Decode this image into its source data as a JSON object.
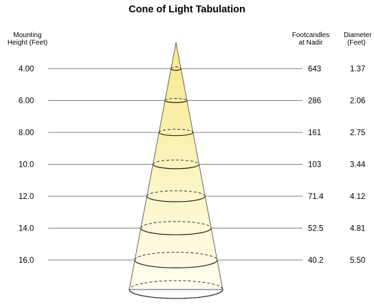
{
  "title": "Cone of Light Tabulation",
  "headers": {
    "height_line1": "Mounting",
    "height_line2": "Height (Feet)",
    "fc_line1": "Footcandles",
    "fc_line2": "at Nadir",
    "dia_line1": "Diameter",
    "dia_line2": "(Feet)"
  },
  "rows": [
    {
      "height": "4.00",
      "footcandles": "643",
      "diameter": "1.37"
    },
    {
      "height": "6.00",
      "footcandles": "286",
      "diameter": "2.06"
    },
    {
      "height": "8.00",
      "footcandles": "161",
      "diameter": "2.75"
    },
    {
      "height": "10.0",
      "footcandles": "103",
      "diameter": "3.44"
    },
    {
      "height": "12.0",
      "footcandles": "71.4",
      "diameter": "4.12"
    },
    {
      "height": "14.0",
      "footcandles": "52.5",
      "diameter": "4.81"
    },
    {
      "height": "16.0",
      "footcandles": "40.2",
      "diameter": "5.50"
    }
  ],
  "colors": {
    "cone_top": "#f7e98a",
    "cone_bottom": "#fffdf0",
    "line": "#555555"
  }
}
